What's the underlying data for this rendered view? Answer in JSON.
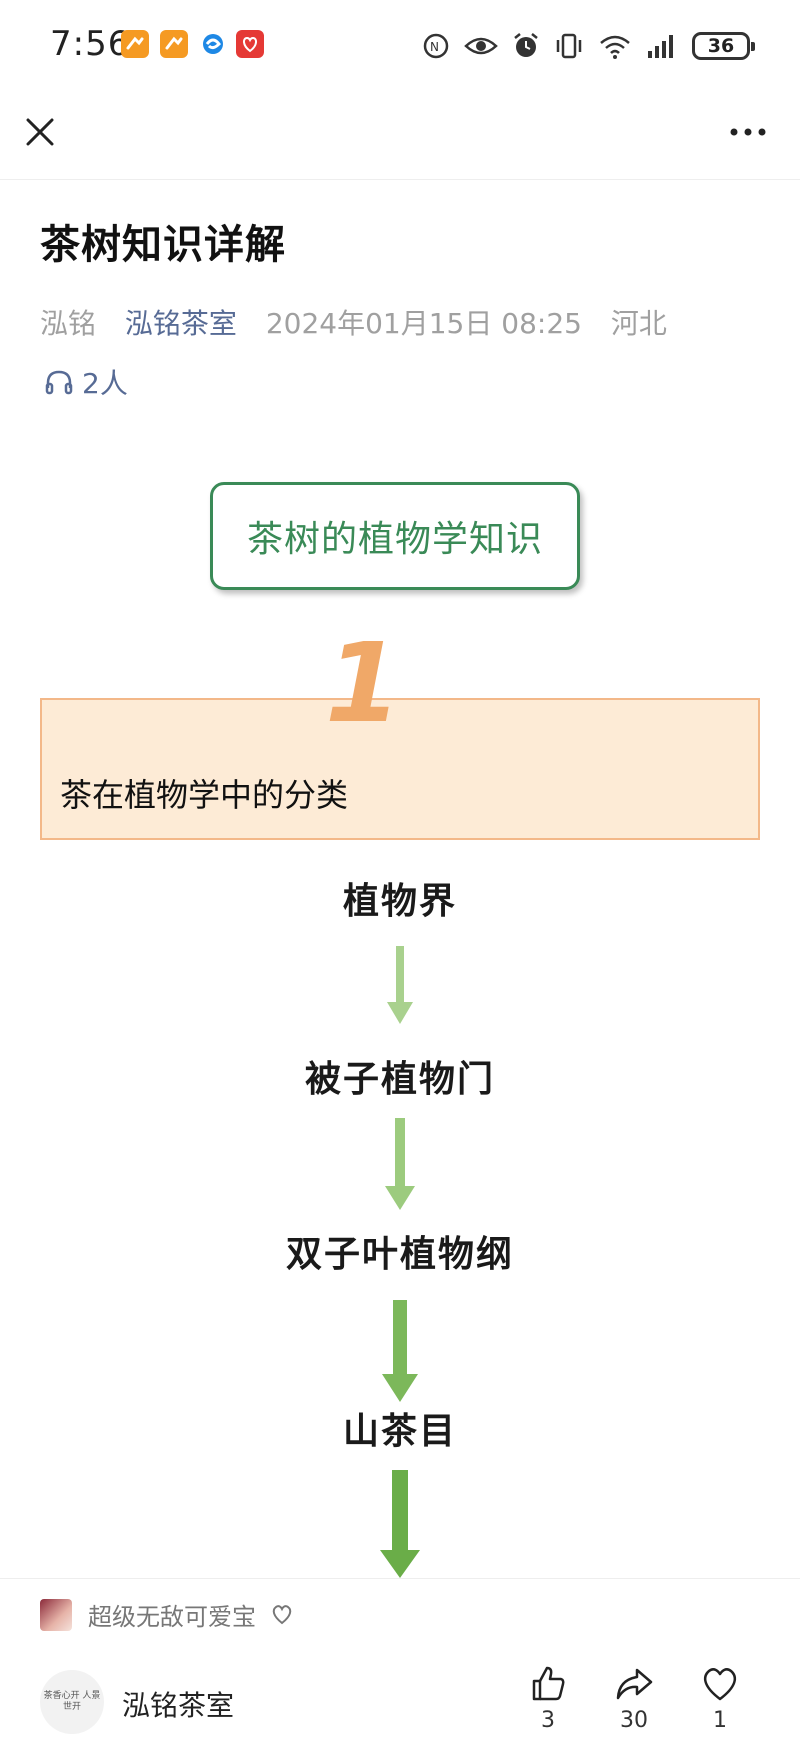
{
  "status_bar": {
    "time": "7:56",
    "battery_level": "36",
    "app_icons": [
      {
        "name": "orange-app-icon",
        "color": "#f59a23"
      },
      {
        "name": "orange-app-icon",
        "color": "#f59a23"
      },
      {
        "name": "browser-icon",
        "color": "#1e88e5"
      },
      {
        "name": "red-app-icon",
        "color": "#e53935"
      }
    ]
  },
  "article": {
    "title": "茶树知识详解",
    "author": "泓铭",
    "account": "泓铭茶室",
    "datetime": "2024年01月15日 08:25",
    "location": "河北",
    "listeners": "2人"
  },
  "content": {
    "heading": "茶树的植物学知识",
    "section_number": "1",
    "section_title": "茶在植物学中的分类",
    "taxonomy": [
      "植物界",
      "被子植物门",
      "双子叶植物纲",
      "山茶目"
    ]
  },
  "comment": {
    "user": "超级无敌可爱宝"
  },
  "footer": {
    "account_name": "泓铭茶室",
    "avatar_text": "茶香心开 人景世开",
    "like_count": "3",
    "share_count": "30",
    "favorite_count": "1"
  },
  "colors": {
    "accent_link": "#576b95",
    "heading_green": "#3a8a57",
    "arrow_green": "#7cb85a",
    "orange_fill": "#fdebd6",
    "number_orange": "#f0a868"
  }
}
